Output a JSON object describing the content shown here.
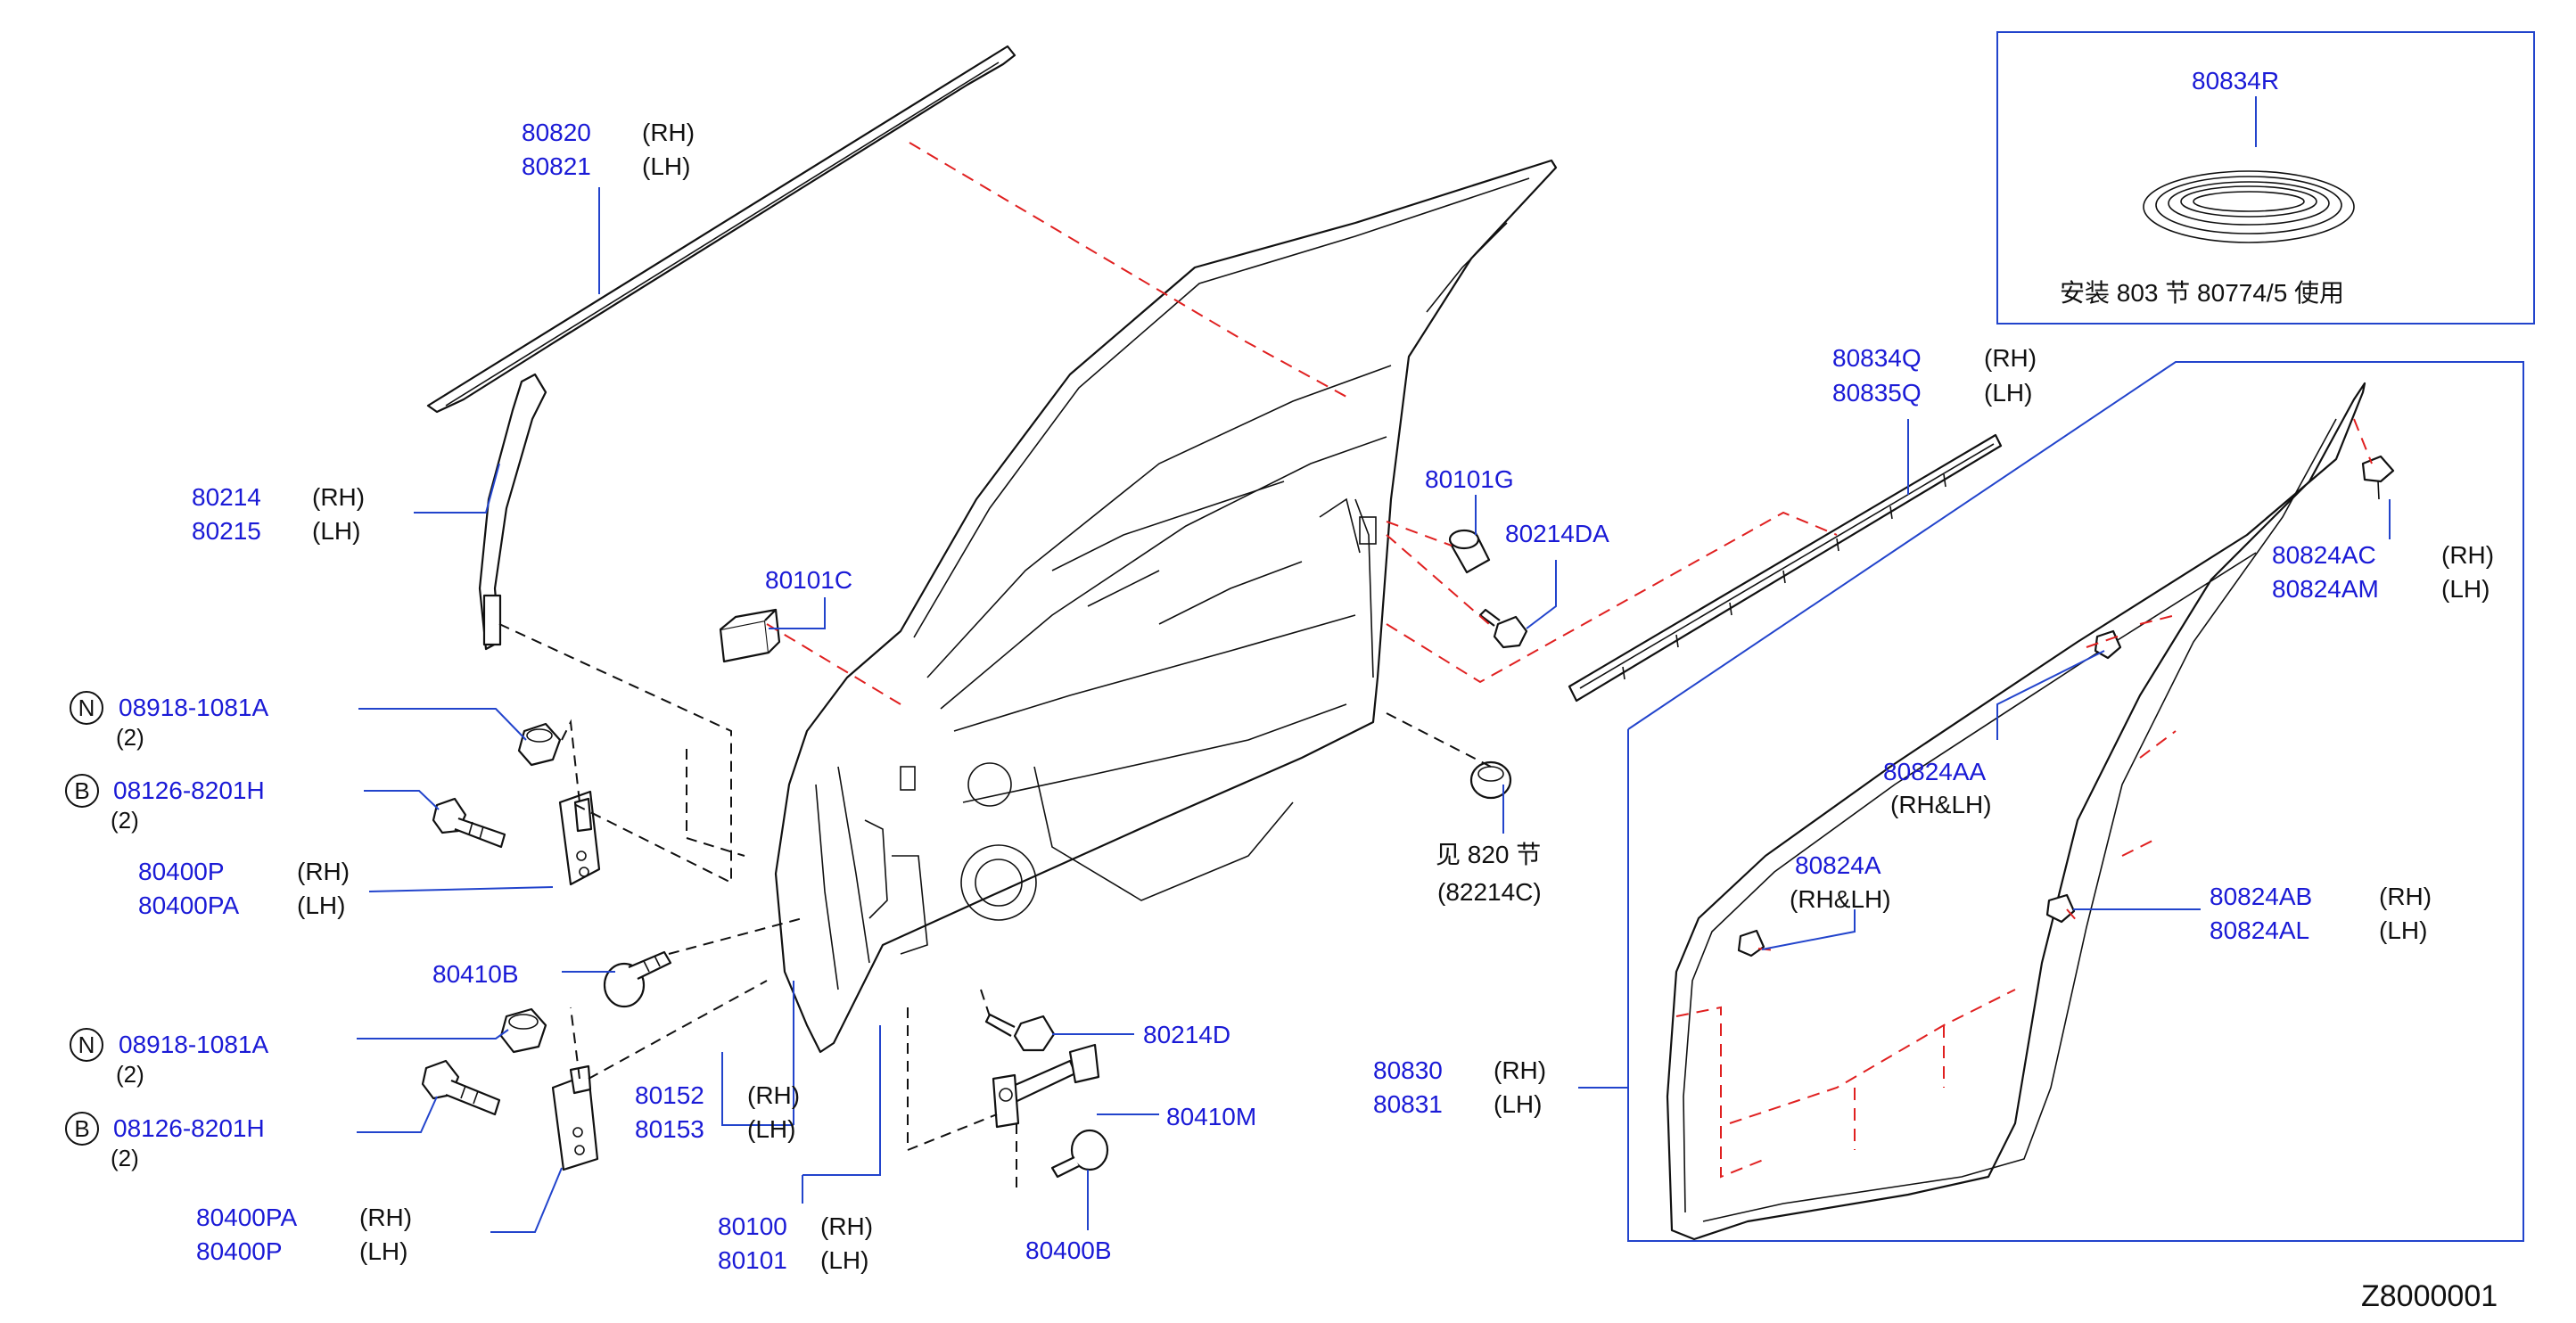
{
  "diagram_id": "Z8000001",
  "callouts": {
    "c80820": {
      "num": "80820",
      "side": "(RH)"
    },
    "c80821": {
      "num": "80821",
      "side": "(LH)"
    },
    "c80214": {
      "num": "80214",
      "side": "(RH)"
    },
    "c80215": {
      "num": "80215",
      "side": "(LH)"
    },
    "c80101c": {
      "num": "80101C"
    },
    "c08918a": {
      "badge": "N",
      "num": "08918-1081A",
      "qty": "(2)"
    },
    "c08126a": {
      "badge": "B",
      "num": "08126-8201H",
      "qty": "(2)"
    },
    "c80400p_a": {
      "num": "80400P",
      "side": "(RH)"
    },
    "c80400pa_a": {
      "num": "80400PA",
      "side": "(LH)"
    },
    "c80410b": {
      "num": "80410B"
    },
    "c08918b": {
      "badge": "N",
      "num": "08918-1081A",
      "qty": "(2)"
    },
    "c08126b": {
      "badge": "B",
      "num": "08126-8201H",
      "qty": "(2)"
    },
    "c80400pa_b": {
      "num": "80400PA",
      "side": "(RH)"
    },
    "c80400p_b": {
      "num": "80400P",
      "side": "(LH)"
    },
    "c80152": {
      "num": "80152",
      "side": "(RH)"
    },
    "c80153": {
      "num": "80153",
      "side": "(LH)"
    },
    "c80100": {
      "num": "80100",
      "side": "(RH)"
    },
    "c80101": {
      "num": "80101",
      "side": "(LH)"
    },
    "c80214d": {
      "num": "80214D"
    },
    "c80410m": {
      "num": "80410M"
    },
    "c80400b": {
      "num": "80400B"
    },
    "c80101g": {
      "num": "80101G"
    },
    "c80214da": {
      "num": "80214DA"
    },
    "c_ref820": {
      "text": "见 820  节",
      "sub": "(82214C)"
    },
    "c80834q": {
      "num": "80834Q",
      "side": "(RH)"
    },
    "c80835q": {
      "num": "80835Q",
      "side": "(LH)"
    },
    "c80834r": {
      "num": "80834R",
      "note": "安装 803  节 80774/5  使用"
    },
    "c80824ac": {
      "num": "80824AC",
      "side": "(RH)"
    },
    "c80824am": {
      "num": "80824AM",
      "side": "(LH)"
    },
    "c80824aa": {
      "num": "80824AA",
      "side": "(RH&LH)"
    },
    "c80824a": {
      "num": "80824A",
      "side": "(RH&LH)"
    },
    "c80824ab": {
      "num": "80824AB",
      "side": "(RH)"
    },
    "c80824al": {
      "num": "80824AL",
      "side": "(LH)"
    },
    "c80830": {
      "num": "80830",
      "side": "(RH)"
    },
    "c80831": {
      "num": "80831",
      "side": "(LH)"
    }
  },
  "colors": {
    "part_number": "#1a1ad6",
    "leader_line": "#2244cc",
    "install_guide": "#e02020",
    "outline": "#111111"
  }
}
